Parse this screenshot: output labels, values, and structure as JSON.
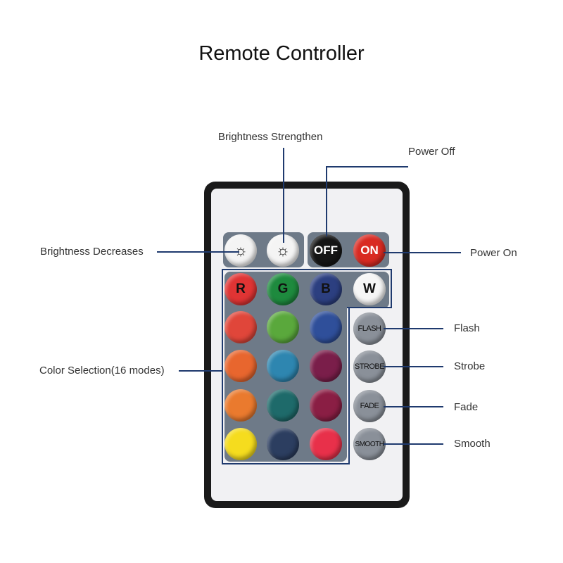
{
  "title": "Remote Controller",
  "labels": {
    "brightness_strengthen": "Brightness Strengthen",
    "power_off": "Power Off",
    "brightness_decreases": "Brightness Decreases",
    "power_on": "Power On",
    "color_selection": "Color Selection(16 modes)",
    "flash": "Flash",
    "strobe": "Strobe",
    "fade": "Fade",
    "smooth": "Smooth"
  },
  "buttons": {
    "off": "OFF",
    "on": "ON",
    "r": "R",
    "g": "G",
    "b": "B",
    "w": "W",
    "flash": "FLASH",
    "strobe": "STROBE",
    "fade": "FADE",
    "smooth": "SMOOTH",
    "brightness_down_icon": "sun-down-icon",
    "brightness_up_icon": "sun-up-icon"
  },
  "colors": {
    "line": "#1f3a6e",
    "grid": [
      "#e0463a",
      "#5aa83c",
      "#2f4f9a",
      "#e8662e",
      "#2e86b0",
      "#7a1e4a",
      "#ea7a2e",
      "#1e6a6a",
      "#8a1e44",
      "#f5dc1e",
      "#2c3e60",
      "#e8304a"
    ]
  }
}
